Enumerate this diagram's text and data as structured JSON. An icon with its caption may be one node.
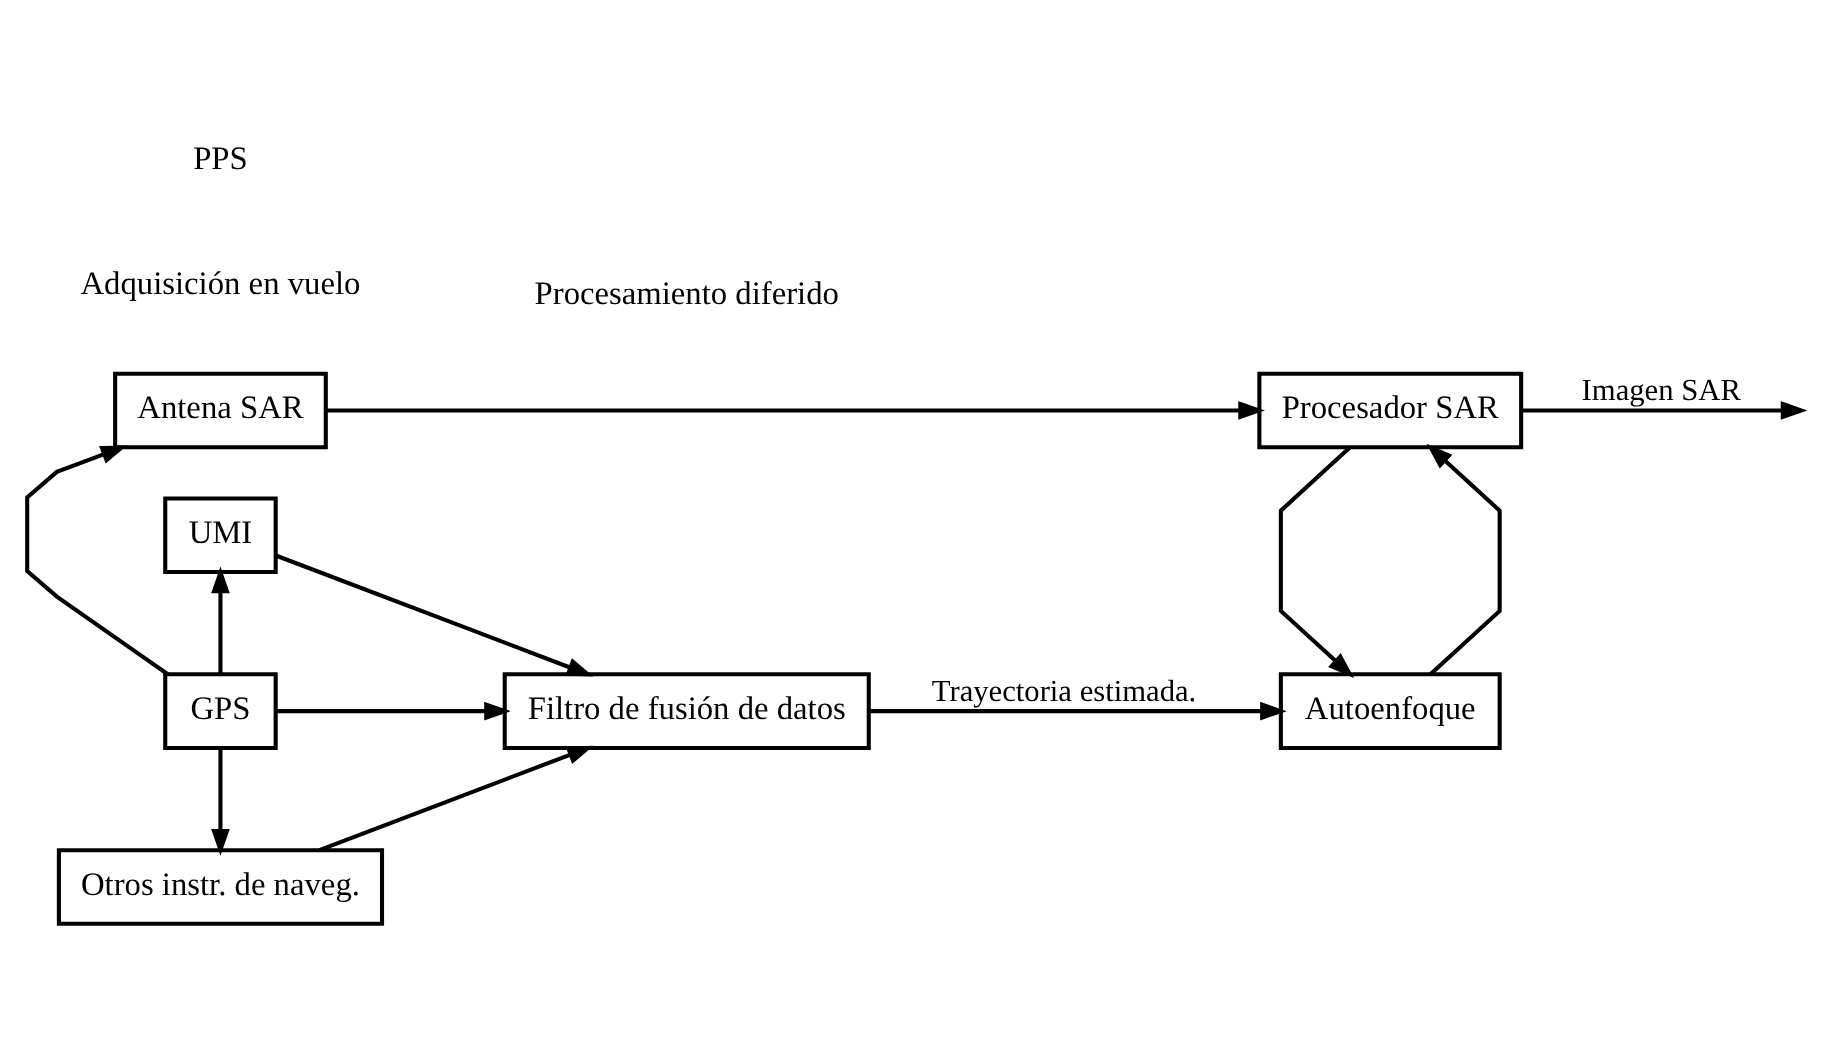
{
  "diagram": {
    "nodes": [
      {
        "text": [
          "Antena SAR"
        ]
      },
      {
        "text": [
          "UMI"
        ]
      },
      {
        "text": [
          "GPS"
        ]
      },
      {
        "text": [
          "Otros instr. de naveg."
        ]
      },
      {
        "text": [
          "Filtro de fusión de datos"
        ]
      },
      {
        "text": [
          "Procesador SAR"
        ]
      },
      {
        "text": [
          "Autoenfoque"
        ]
      }
    ],
    "edges": [
      {
        "from": 2,
        "to": 0,
        "arrow": "to"
      },
      {
        "from": 2,
        "to": 1,
        "arrow": "to"
      },
      {
        "from": 2,
        "to": 3,
        "arrow": "to"
      },
      {
        "from": 0,
        "to": 5,
        "arrow": "to"
      },
      {
        "from": 1,
        "to": 4,
        "arrow": "to"
      },
      {
        "from": 2,
        "to": 4,
        "arrow": "to"
      },
      {
        "from": 3,
        "to": 4,
        "arrow": "to"
      },
      {
        "from": 4,
        "to": 6,
        "label": "Trayectoria estimada.",
        "arrow": "to"
      },
      {
        "from": 6,
        "to": 5,
        "arrow": "to"
      },
      {
        "from": 5,
        "to": null,
        "label": "Imagen SAR",
        "arrow": "to"
      },
      {
        "from": 5,
        "to": 6,
        "arrow": "to"
      }
    ],
    "labels": [
      "Adquisición en vuelo",
      "Procesamiento diferido",
      "PPS"
    ]
  }
}
